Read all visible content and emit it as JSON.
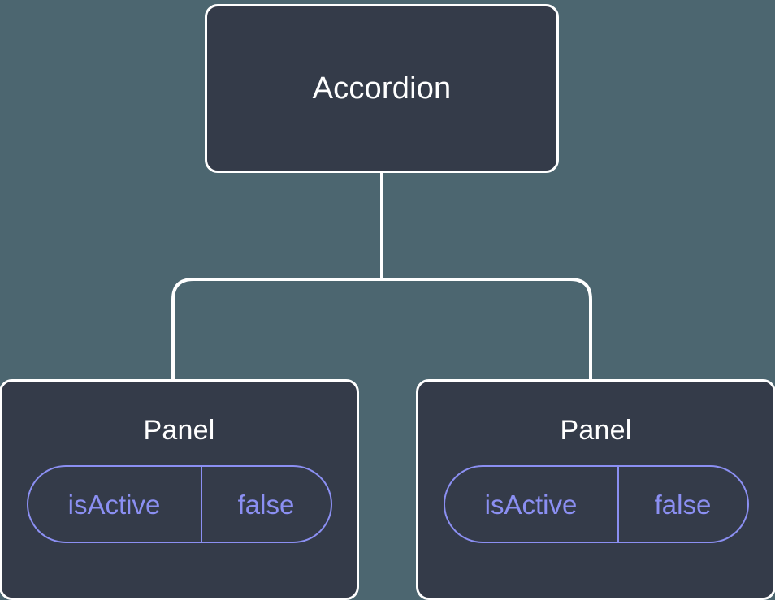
{
  "diagram": {
    "type": "component-tree",
    "background_color": "#4c6670",
    "node_fill_color": "#343b49",
    "node_border_color": "#ffffff",
    "node_text_color": "#ffffff",
    "prop_accent_color": "#8b8ff2",
    "connector_color": "#ffffff",
    "root": {
      "label": "Accordion"
    },
    "children": [
      {
        "label": "Panel",
        "props": [
          {
            "key": "isActive",
            "value": "false"
          }
        ]
      },
      {
        "label": "Panel",
        "props": [
          {
            "key": "isActive",
            "value": "false"
          }
        ]
      }
    ]
  }
}
